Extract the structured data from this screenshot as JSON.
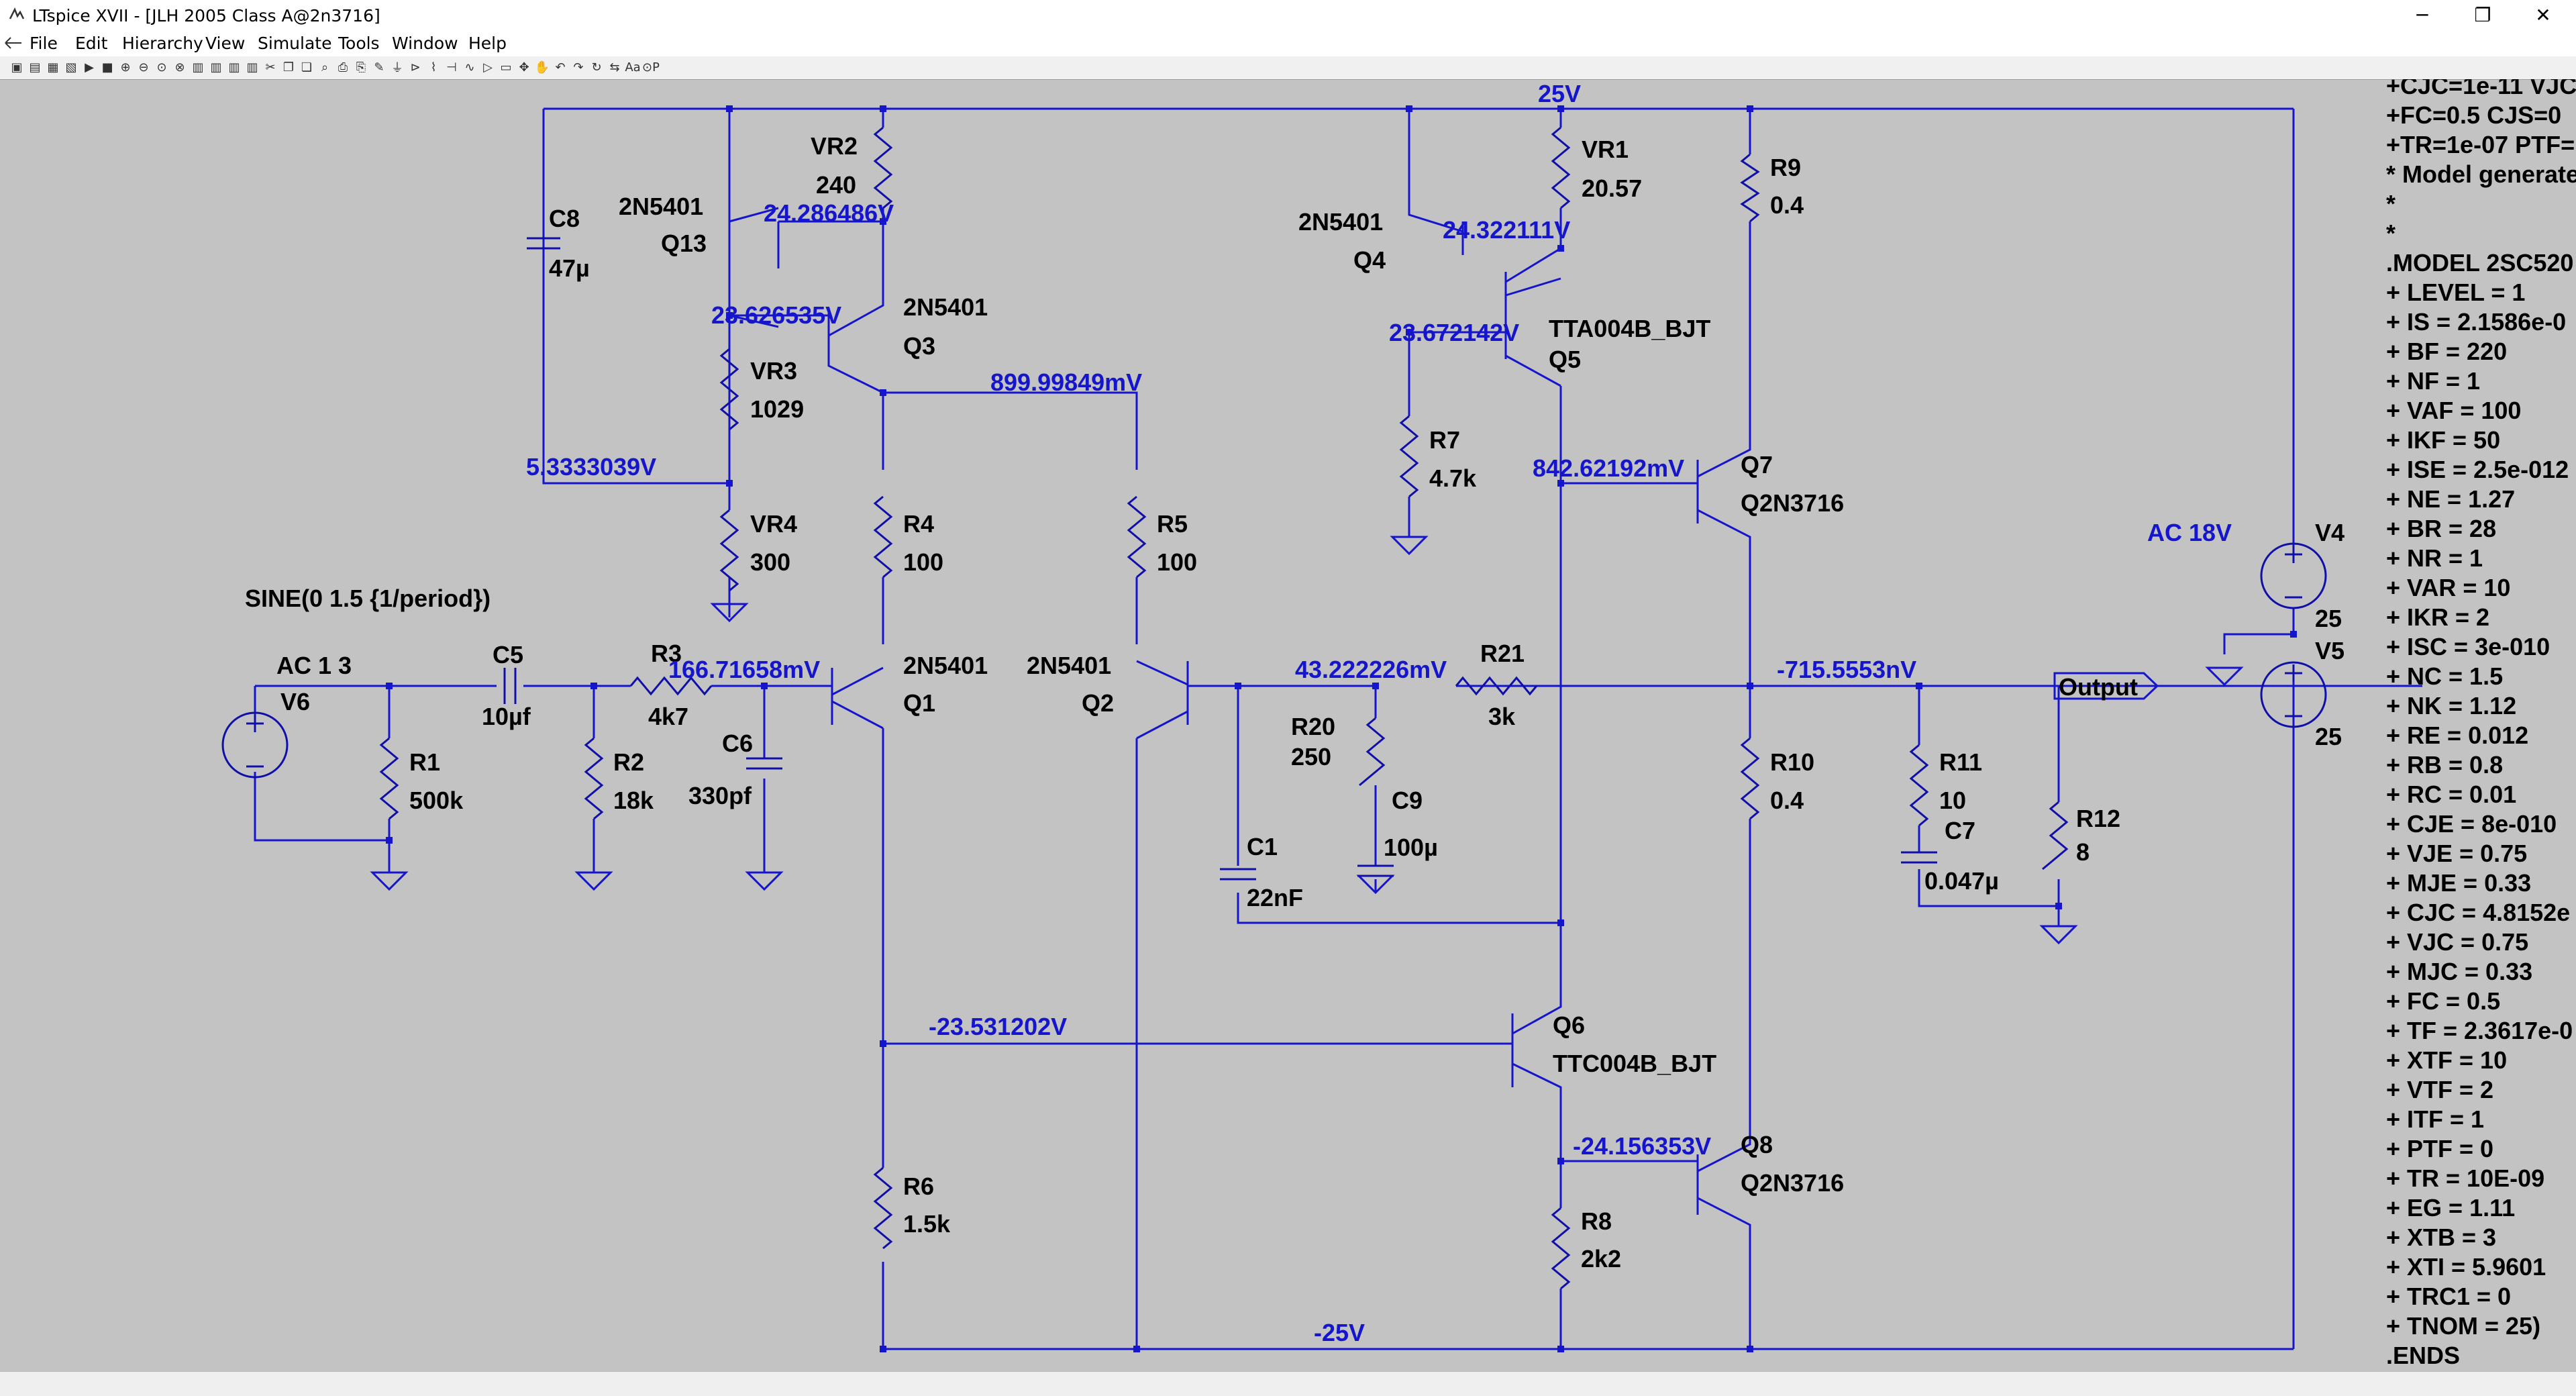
{
  "window": {
    "title": "LTspice XVII - [JLH 2005 Class A@2n3716]"
  },
  "window_controls": {
    "minimize": "─",
    "maximize": "❐",
    "close": "✕"
  },
  "mdi_controls": {
    "minimize": "–",
    "restore": "❐",
    "close": "✕"
  },
  "menu": [
    "File",
    "Edit",
    "Hierarchy",
    "View",
    "Simulate",
    "Tools",
    "Window",
    "Help"
  ],
  "toolbar": {
    "icons": [
      "new-schematic-icon",
      "open-icon",
      "save-icon",
      "control-panel-icon",
      "run-icon",
      "halt-icon",
      "zoom-in-icon",
      "zoom-out-icon",
      "zoom-fit-icon",
      "autoscale-icon",
      "tile-vertical-icon",
      "tile-horizontal-icon",
      "cascade-icon",
      "close-all-icon",
      "cut-icon",
      "copy-icon",
      "paste-icon",
      "find-icon",
      "print-icon",
      "print-preview-icon",
      "wire-icon",
      "ground-icon",
      "label-net-icon",
      "resistor-icon",
      "capacitor-icon",
      "inductor-icon",
      "diode-icon",
      "component-icon",
      "move-icon",
      "drag-icon",
      "undo-icon",
      "redo-icon",
      "rotate-icon",
      "mirror-icon",
      "text-icon",
      "spice-directive-icon"
    ],
    "glyphs": [
      "▣",
      "▤",
      "▦",
      "▧",
      "▶",
      "■",
      "⊕",
      "⊖",
      "⊙",
      "⊗",
      "▥",
      "▥",
      "▥",
      "▥",
      "✂",
      "❐",
      "❏",
      "⌕",
      "⎙",
      "⎘",
      "✎",
      "⏚",
      "⊳",
      "⌇",
      "⊣",
      "∿",
      "▷",
      "▭",
      "✥",
      "✋",
      "↶",
      "↷",
      "↻",
      "⇆",
      "Aa",
      "⊙P"
    ]
  },
  "schematic": {
    "components": [
      {
        "ref": "C8",
        "value": "47µ"
      },
      {
        "ref": "VR2",
        "value": "240"
      },
      {
        "ref": "VR3",
        "value": "1029"
      },
      {
        "ref": "VR4",
        "value": "300"
      },
      {
        "ref": "Q13",
        "value": "2N5401"
      },
      {
        "ref": "Q3",
        "value": "2N5401"
      },
      {
        "ref": "R4",
        "value": "100"
      },
      {
        "ref": "R5",
        "value": "100"
      },
      {
        "ref": "Q4",
        "value": "2N5401"
      },
      {
        "ref": "VR1",
        "value": "20.57"
      },
      {
        "ref": "R9",
        "value": "0.4"
      },
      {
        "ref": "Q5",
        "value": "TTA004B_BJT"
      },
      {
        "ref": "R7",
        "value": "4.7k"
      },
      {
        "ref": "Q7",
        "value": "Q2N3716"
      },
      {
        "ref": "V6",
        "value": "AC 1 3"
      },
      {
        "ref": "C5",
        "value": "10µf"
      },
      {
        "ref": "R3",
        "value": "4k7"
      },
      {
        "ref": "R1",
        "value": "500k"
      },
      {
        "ref": "R2",
        "value": "18k"
      },
      {
        "ref": "C6",
        "value": "330pf"
      },
      {
        "ref": "Q1",
        "value": "2N5401"
      },
      {
        "ref": "Q2",
        "value": "2N5401"
      },
      {
        "ref": "R20",
        "value": "250"
      },
      {
        "ref": "C9",
        "value": "100µ"
      },
      {
        "ref": "R21",
        "value": "3k"
      },
      {
        "ref": "C1",
        "value": "22nF"
      },
      {
        "ref": "R10",
        "value": "0.4"
      },
      {
        "ref": "R11",
        "value": "10"
      },
      {
        "ref": "C7",
        "value": "0.047µ"
      },
      {
        "ref": "R12",
        "value": "8"
      },
      {
        "ref": "V4",
        "value": "25"
      },
      {
        "ref": "V5",
        "value": "25"
      },
      {
        "ref": "Q6",
        "value": "TTC004B_BJT"
      },
      {
        "ref": "Q8",
        "value": "Q2N3716"
      },
      {
        "ref": "R6",
        "value": "1.5k"
      },
      {
        "ref": "R8",
        "value": "2k2"
      }
    ],
    "source_directive": "SINE(0 1.5 {1/period})",
    "v4_ac": "AC 18V",
    "output_label": "Output",
    "node_voltages": {
      "vplus": "25V",
      "q13_emitter": "24.286486V",
      "q3_base": "23.626535V",
      "c8_node": "5.3333039V",
      "q3_collector": "899.99849mV",
      "q4_emitter": "24.322111V",
      "q5_base": "23.672142V",
      "q7_base": "842.62192mV",
      "q1_base": "166.71658mV",
      "q2_base": "43.222226mV",
      "output": "-715.5553nV",
      "q6_base": "-23.531202V",
      "q8_base": "-24.156353V",
      "vminus": "-25V"
    },
    "spice_text": [
      "+CJC=1e-11 VJC",
      "+FC=0.5 CJS=0",
      "+TR=1e-07 PTF=",
      "* Model generate",
      "*",
      "*",
      ".MODEL 2SC520",
      "+ LEVEL = 1",
      "+ IS = 2.1586e-0",
      "+ BF = 220",
      "+ NF = 1",
      "+ VAF = 100",
      "+ IKF = 50",
      "+ ISE = 2.5e-012",
      "+ NE = 1.27",
      "+ BR = 28",
      "+ NR = 1",
      "+ VAR = 10",
      "+ IKR = 2",
      "+ ISC = 3e-010",
      "+ NC = 1.5",
      "+ NK = 1.12",
      "+ RE = 0.012",
      "+ RB = 0.8",
      "+ RC = 0.01",
      "+ CJE = 8e-010",
      "+ VJE = 0.75",
      "+ MJE = 0.33",
      "+ CJC = 4.8152e",
      "+ VJC = 0.75",
      "+ MJC = 0.33",
      "+ FC = 0.5",
      "+ TF = 2.3617e-0",
      "+ XTF = 10",
      "+ VTF = 2",
      "+ ITF = 1",
      "+ PTF = 0",
      "+ TR = 10E-09",
      "+ EG = 1.11",
      "+ XTB = 3",
      "+ XTI = 5.9601",
      "+ TRC1 = 0",
      "+ TNOM = 25)",
      ".ENDS"
    ]
  },
  "colors": {
    "background": "#c3c3c3",
    "wire": "#1515cc",
    "component": "#1010a8",
    "label": "#000000",
    "voltage_label": "#1515cc"
  }
}
